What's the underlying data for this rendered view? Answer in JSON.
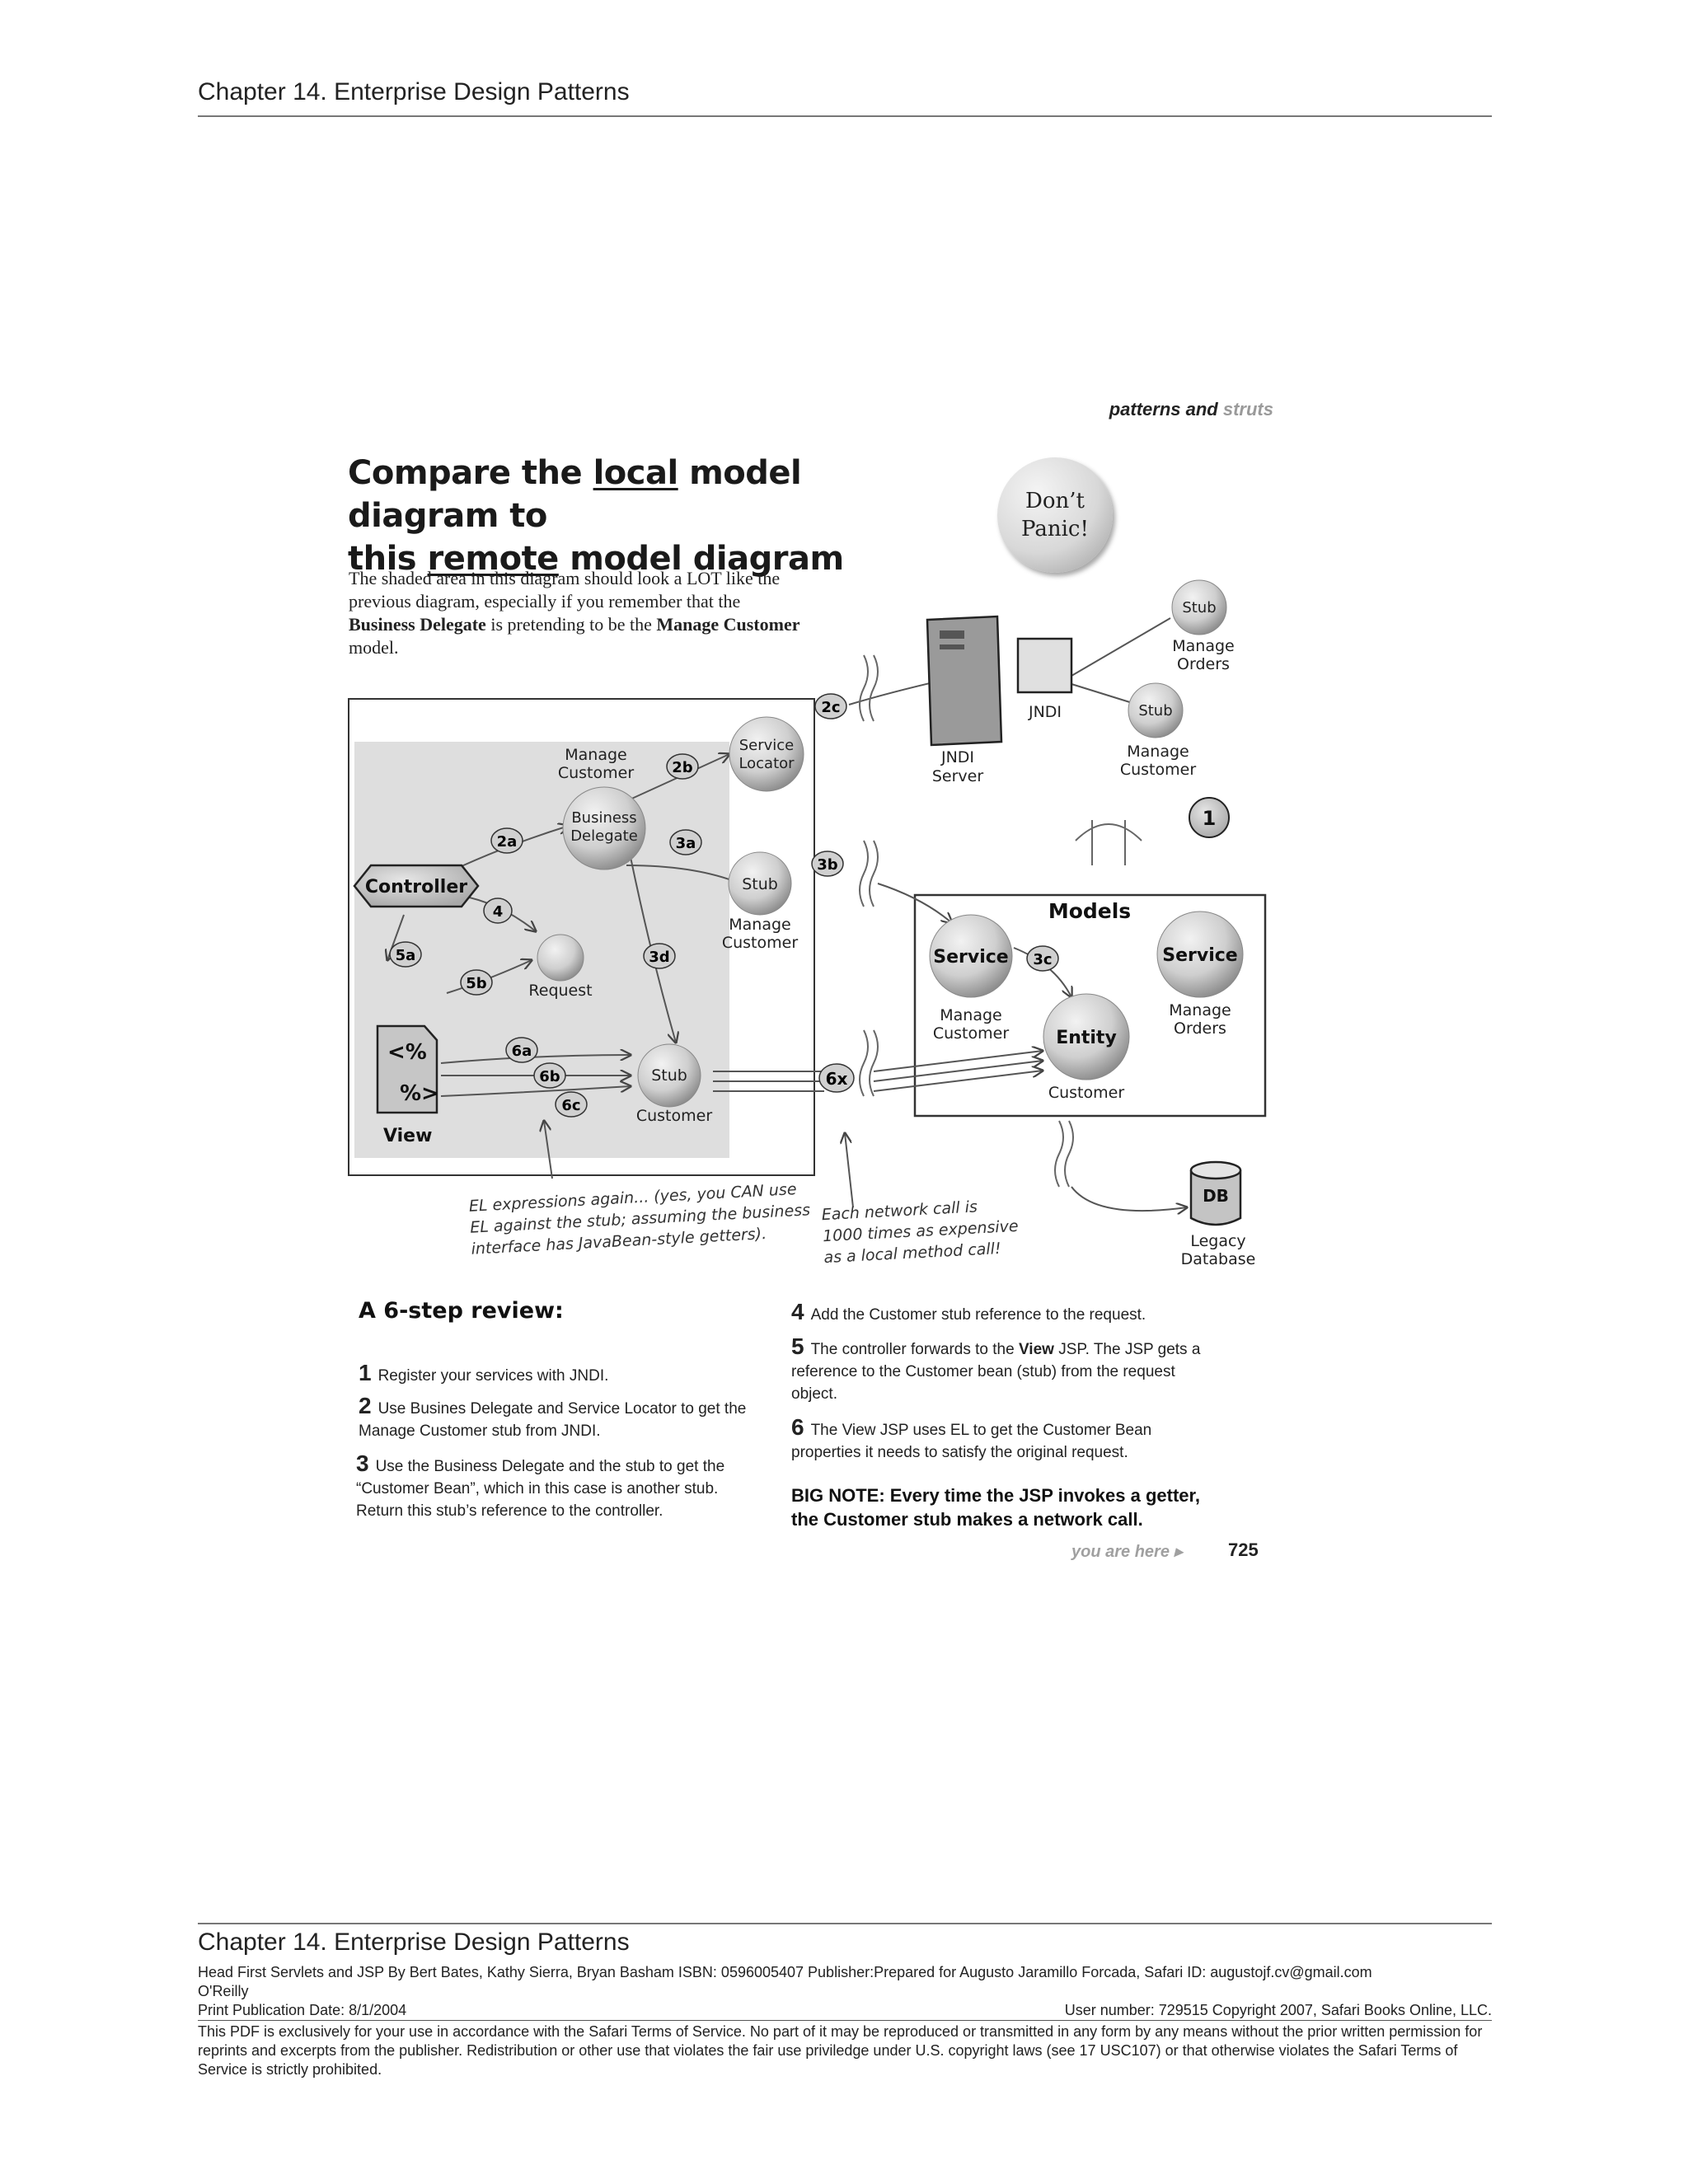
{
  "header": {
    "chapter_title": "Chapter 14. Enterprise Design Patterns"
  },
  "kicker": {
    "part1": "patterns and",
    "part2": "struts"
  },
  "title": {
    "line1_pre": "Compare the ",
    "line1_ul": "local",
    "line1_post": " model diagram to",
    "line2_pre": "this ",
    "line2_ul": "remote",
    "line2_post": " model diagram"
  },
  "intro": {
    "t1": "The shaded area in this diagram should look a LOT like the previous diagram, especially if you remember that the ",
    "b1": "Business Delegate",
    "t2": " is pretending to be the ",
    "b2": "Manage Customer",
    "t3": " model."
  },
  "badge": {
    "line1": "Don’t",
    "line2": "Panic!"
  },
  "diagram": {
    "controller": "Controller",
    "view": "View",
    "view_code1": "<%",
    "view_code2": "%>",
    "manage_customer": [
      "Manage",
      "Customer"
    ],
    "business_delegate": [
      "Business",
      "Delegate"
    ],
    "service_locator": [
      "Service",
      "Locator"
    ],
    "request": "Request",
    "stub": "Stub",
    "customer": "Customer",
    "jndi_server": [
      "JNDI",
      "Server"
    ],
    "jndi": "JNDI",
    "manage_orders": [
      "Manage",
      "Orders"
    ],
    "models": "Models",
    "service": "Service",
    "entity": "Entity",
    "db": "DB",
    "legacy_database": [
      "Legacy",
      "Database"
    ],
    "step_1": "1",
    "labels": [
      "2a",
      "2b",
      "2c",
      "3a",
      "3b",
      "3c",
      "3d",
      "4",
      "5a",
      "5b",
      "6a",
      "6b",
      "6c",
      "6x"
    ]
  },
  "annotations": {
    "el_note": [
      "EL expressions again... (yes, you CAN use",
      "EL against the stub; assuming the business",
      "interface has JavaBean-style getters)."
    ],
    "network_note": [
      "Each network call is",
      "1000 times as expensive",
      "as a local method call!"
    ]
  },
  "review": {
    "title": "A 6-step review:",
    "step1": {
      "n": "1",
      "text": "Register your services with JNDI."
    },
    "step2": {
      "n": "2",
      "text": "Use Busines Delegate and Service Locator to get the Manage Customer stub from JNDI."
    },
    "step3": {
      "n": "3",
      "text": "Use the Business Delegate and the stub to get the “Customer Bean”, which in this case is another stub. Return this stub’s reference to the controller."
    },
    "step4": {
      "n": "4",
      "text": "Add the Customer stub reference to the request."
    },
    "step5": {
      "n": "5",
      "t1": "The controller forwards to the ",
      "bold": "View",
      "t2": " JSP.  The JSP gets a reference to the Customer bean (stub) from the request object."
    },
    "step6": {
      "n": "6",
      "text": "The View JSP uses EL to get the Customer Bean properties it needs to satisfy the original request."
    },
    "big_note": "BIG NOTE: Every time the JSP invokes a getter, the Customer stub makes a network call."
  },
  "page_footer": {
    "you_are_here": "you are here",
    "arrow": "▸",
    "page_number": "725"
  },
  "footer": {
    "chapter_title": "Chapter 14. Enterprise Design Patterns",
    "book_line": "Head First Servlets and JSP By Bert Bates, Kathy Sierra, Bryan Basham ISBN: 0596005407 Publisher:Prepared for Augusto Jaramillo Forcada, Safari ID: augustojf.cv@gmail.com",
    "publisher": "O'Reilly",
    "pub_date": "Print Publication Date: 8/1/2004",
    "user_number": "User number: 729515 Copyright 2007, Safari Books Online, LLC.",
    "legal": "This PDF is exclusively for your use in accordance with the Safari Terms of Service. No part of it may be reproduced or transmitted in any form by any means without the prior written permission for reprints and excerpts from the publisher. Redistribution or other use that violates the fair use priviledge under U.S. copyright laws (see 17 USC107) or that otherwise violates the Safari Terms of Service is strictly prohibited."
  }
}
